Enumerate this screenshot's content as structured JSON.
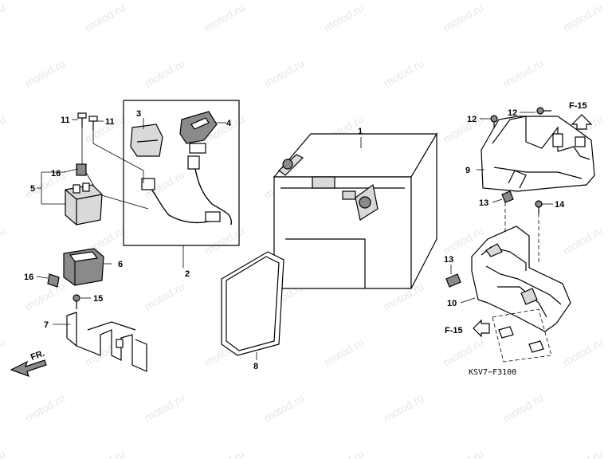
{
  "watermark": "motod.ru",
  "part_numbers": {
    "p1": "1",
    "p2": "2",
    "p3": "3",
    "p4": "4",
    "p5": "5",
    "p6": "6",
    "p7": "7",
    "p8": "8",
    "p9": "9",
    "p10": "10",
    "p11a": "11",
    "p11b": "11",
    "p12a": "12",
    "p12b": "12",
    "p13a": "13",
    "p13b": "13",
    "p14": "14",
    "p15": "15",
    "p16a": "16",
    "p16b": "16"
  },
  "refs": {
    "top": "F-15",
    "bottom": "F-15"
  },
  "direction": "FR.",
  "diagram_code": "KSV7−F3100"
}
